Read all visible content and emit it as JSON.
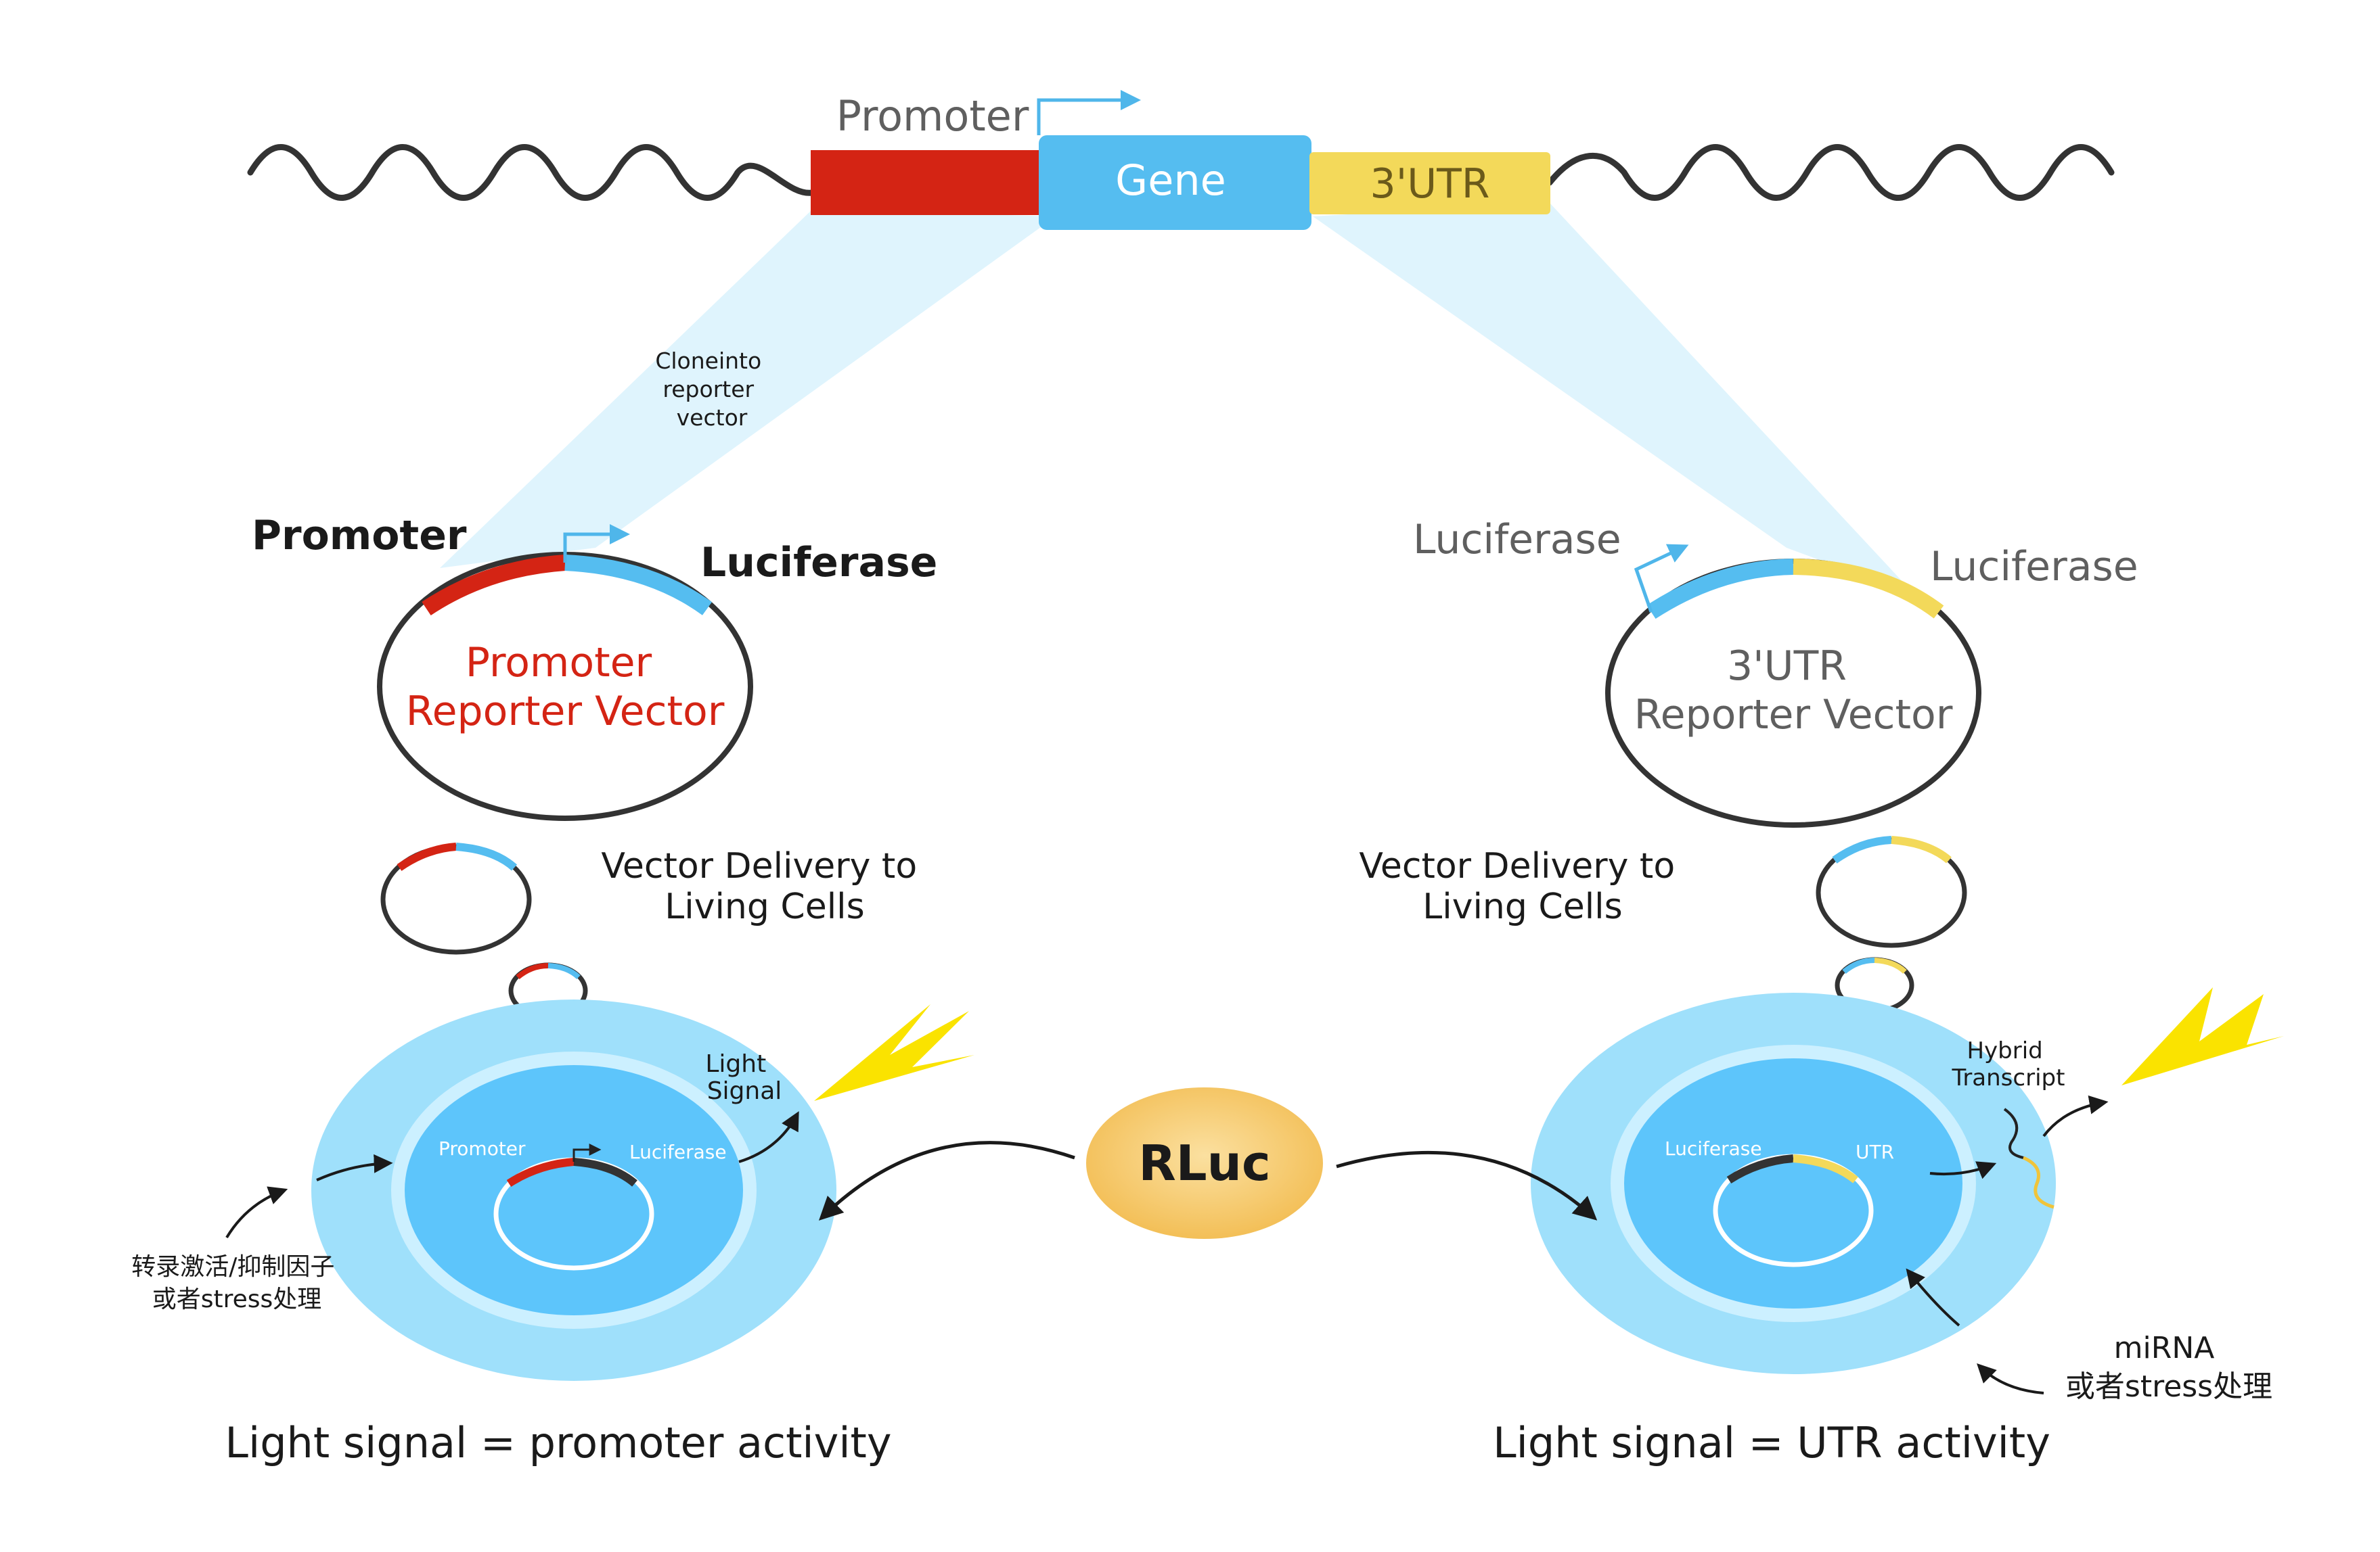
{
  "gene": {
    "promoter_label": "Promoter",
    "gene_label": "Gene",
    "utr_label": "3'UTR",
    "clone_note": [
      "Cloneinto",
      "reporter",
      "vector"
    ]
  },
  "left_vector": {
    "promoter_label": "Promoter",
    "luciferase_label": "Luciferase",
    "title": [
      "Promoter",
      "Reporter Vector"
    ]
  },
  "right_vector": {
    "luciferase_left_label": "Luciferase",
    "luciferase_right_label": "Luciferase",
    "title": [
      "3'UTR",
      "Reporter Vector"
    ]
  },
  "delivery": {
    "left": [
      "Vector Delivery to",
      "Living Cells"
    ],
    "right": [
      "Vector Delivery to",
      "Living Cells"
    ]
  },
  "left_cell": {
    "promoter_label": "Promoter",
    "luciferase_label": "Luciferase",
    "light_signal": [
      "Light",
      "Signal"
    ],
    "factor_note": [
      "转录激活/抑制因子",
      "或者stress处理"
    ],
    "caption": "Light signal = promoter activity"
  },
  "right_cell": {
    "luciferase_label": "Luciferase",
    "utr_label": "UTR",
    "hybrid": [
      "Hybrid",
      "Transcript"
    ],
    "mirna_note": [
      "miRNA",
      "或者stress处理"
    ],
    "caption": "Light signal = UTR activity"
  },
  "rluc": {
    "label": "RLuc"
  },
  "colors": {
    "promoter_red": "#d42414",
    "gene_blue": "#55bdf0",
    "utr_yellow": "#f3d95a",
    "cell_outer": "#9fe0fb",
    "nucleus": "#5dc5fb",
    "light_yellow": "#fae300",
    "rluc_orange": "#f6c862",
    "dna_line": "#333333"
  }
}
